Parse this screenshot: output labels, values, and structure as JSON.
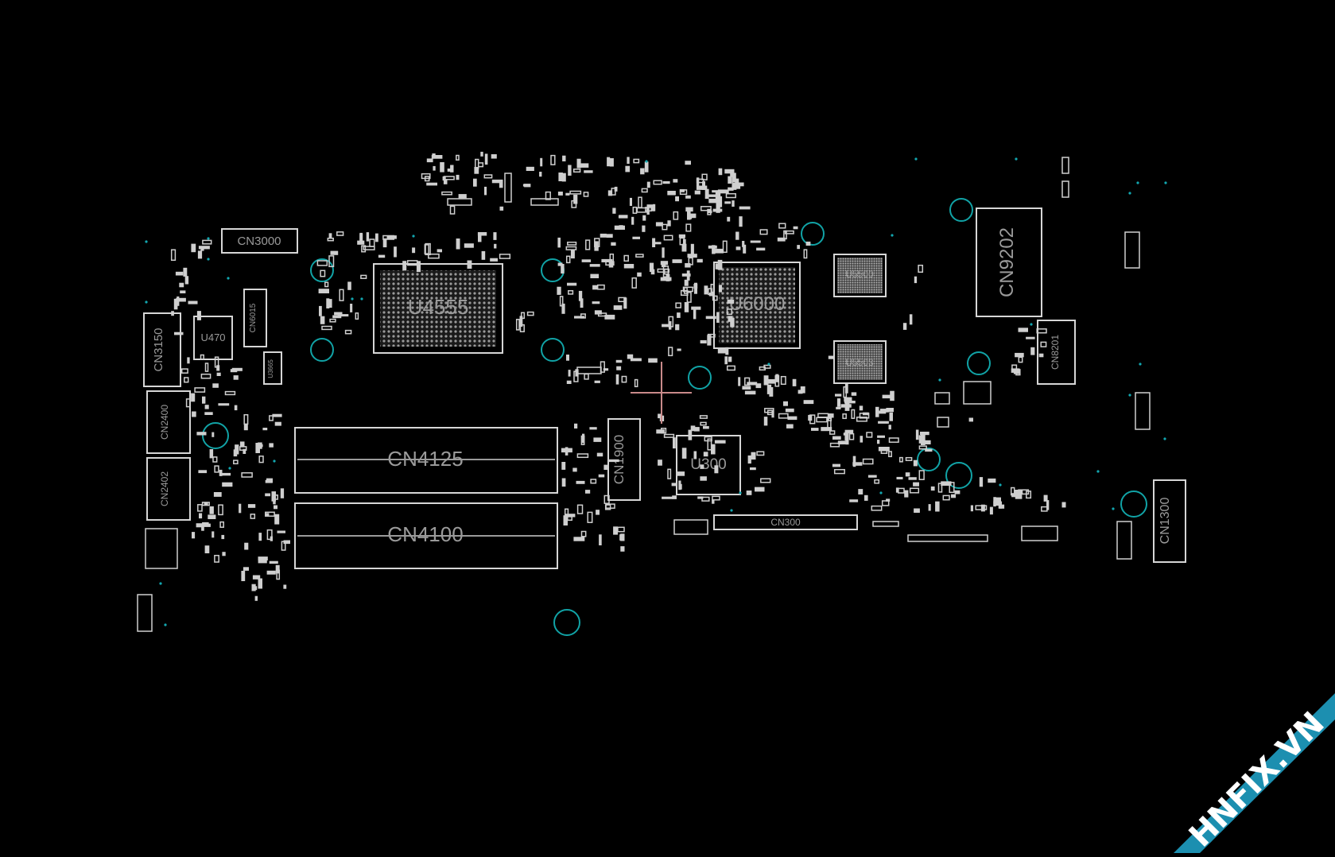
{
  "viewer": {
    "title": "",
    "colors": {
      "background": "#000000",
      "outline": "#d6d6d6",
      "mounting_hole": "#11a3a6",
      "cursor": "#c98a8a",
      "watermark_band": "#1c8fb0"
    }
  },
  "components": {
    "cn3000": "CN3000",
    "u4555": "U4555",
    "u6000": "U6000",
    "u5500": "U5500",
    "u5503": "U5503",
    "cn9202": "CN9202",
    "cn8201": "CN8201",
    "cn3150": "CN3150",
    "u470": "U470",
    "cn6015": "CN6015",
    "u3665": "U3665",
    "cn2400": "CN2400",
    "cn2402": "CN2402",
    "cn4125": "CN4125",
    "cn4100": "CN4100",
    "cn1900": "CN1900",
    "u300": "U300",
    "cn300": "CN300",
    "cn1300": "CN1300"
  },
  "watermark": {
    "text": "HNFIX.VN"
  }
}
